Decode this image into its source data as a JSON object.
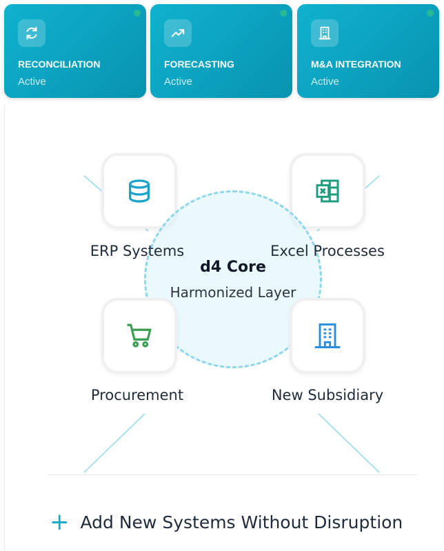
{
  "cards": [
    {
      "title": "RECONCILIATION",
      "status": "Active",
      "icon": "refresh-icon"
    },
    {
      "title": "FORECASTING",
      "status": "Active",
      "icon": "trending-up-icon"
    },
    {
      "title": "M&A INTEGRATION",
      "status": "Active",
      "icon": "building-icon"
    }
  ],
  "diagram": {
    "core_title": "d4 Core",
    "core_subtitle": "Harmonized Layer",
    "nodes": [
      {
        "label": "ERP Systems",
        "icon": "database-icon",
        "color": "#1ba3cc"
      },
      {
        "label": "Excel Processes",
        "icon": "excel-icon",
        "color": "#1e9e7e"
      },
      {
        "label": "Procurement",
        "icon": "cart-icon",
        "color": "#3a9e50"
      },
      {
        "label": "New Subsidiary",
        "icon": "building-icon",
        "color": "#2a8ee0"
      }
    ]
  },
  "footer": {
    "add_label": "Add New Systems Without Disruption"
  }
}
